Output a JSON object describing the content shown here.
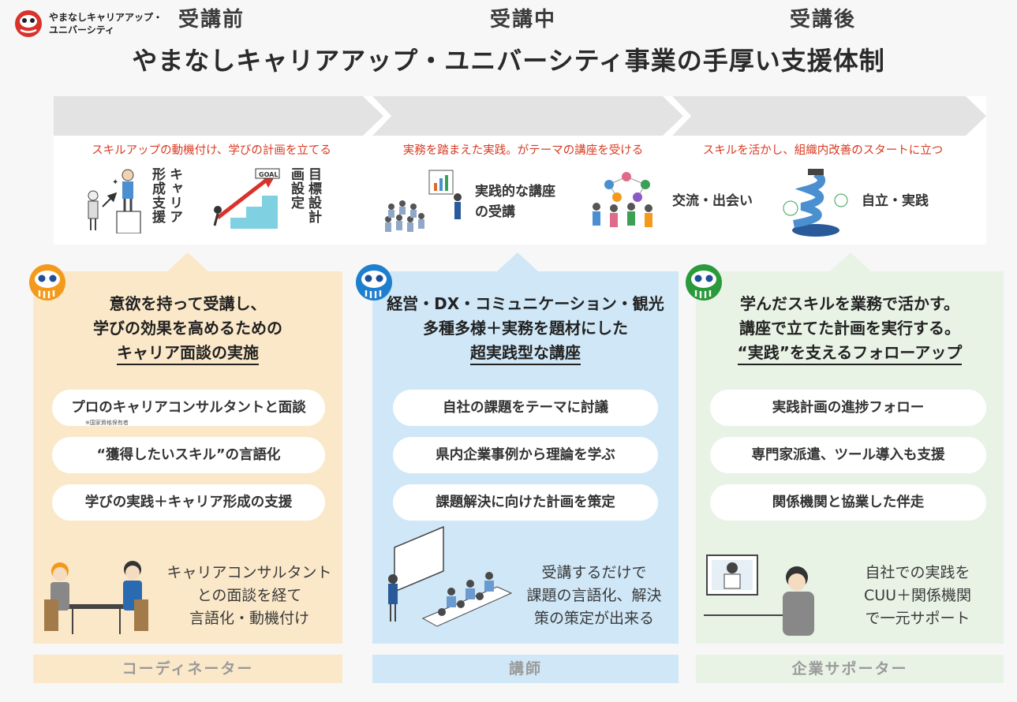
{
  "logo": {
    "line1": "やまなしキャリアアップ・",
    "line2": "ユニバーシティ"
  },
  "title": "やまなしキャリアアップ・ユニバーシティ事業の手厚い支援体制",
  "phases": [
    {
      "label": "受講前",
      "subtitle": "スキルアップの動機付け、学びの計画を立てる"
    },
    {
      "label": "受講中",
      "subtitle": "実務を踏まえた実践。がテーマの講座を受ける"
    },
    {
      "label": "受講後",
      "subtitle": "スキルを活かし、組織内改善のスタートに立つ"
    }
  ],
  "illustration_labels": {
    "career_support": "キャリア形成支援",
    "goal_setting": "目標設計画設定",
    "goal_sign": "GOAL",
    "practical_lecture": "実践的な講座の受講",
    "networking": "交流・出会い",
    "independence": "自立・実践"
  },
  "columns": [
    {
      "heading": [
        "意欲を持って受講し、",
        "学びの効果を高めるための",
        "キャリア面談の実施"
      ],
      "pills": [
        "プロのキャリアコンサルタントと面談",
        "“獲得したいスキル”の言語化",
        "学びの実践＋キャリア形成の支援"
      ],
      "pill_note": "※国家資格保有者",
      "bottom": [
        "キャリアコンサルタント",
        "との面談を経て",
        "言語化・動機付け"
      ],
      "role": "コーディネーター"
    },
    {
      "heading": [
        "経営・DX・コミュニケーション・観光",
        "多種多様＋実務を題材にした",
        "超実践型な講座"
      ],
      "pills": [
        "自社の課題をテーマに討議",
        "県内企業事例から理論を学ぶ",
        "課題解決に向けた計画を策定"
      ],
      "bottom": [
        "受講するだけで",
        "課題の言語化、解決",
        "策の策定が出来る"
      ],
      "role": "講師"
    },
    {
      "heading": [
        "学んだスキルを業務で活かす。",
        "講座で立てた計画を実行する。",
        "“実践”を支えるフォローアップ"
      ],
      "pills": [
        "実践計画の進捗フォロー",
        "専門家派遣、ツール導入も支援",
        "関係機関と協業した伴走"
      ],
      "bottom": [
        "自社での実践を",
        "CUU＋関係機関",
        "で一元サポート"
      ],
      "role": "企業サポーター"
    }
  ],
  "colors": {
    "orange": "#f39a1d",
    "blue": "#1f7fcf",
    "green": "#2a9a3a",
    "red": "#d93a22",
    "col1_bg": "#fbe8c9",
    "col2_bg": "#cfe7f7",
    "col3_bg": "#e8f3e6"
  }
}
